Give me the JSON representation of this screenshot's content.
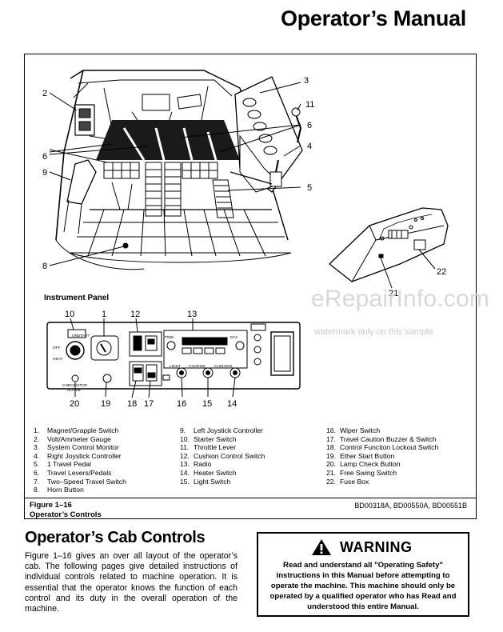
{
  "header": {
    "title": "Operator’s Manual"
  },
  "figure": {
    "panel_title": "Instrument Panel",
    "callouts_cab": [
      "2",
      "3",
      "11",
      "6",
      "6",
      "4",
      "9",
      "5",
      "8",
      "22",
      "21"
    ],
    "callouts_panel": [
      "10",
      "1",
      "12",
      "13",
      "20",
      "19",
      "18",
      "17",
      "16",
      "15",
      "14"
    ],
    "panel_small_text": [
      "ON",
      "START",
      "OFF",
      "HEAT",
      "CHECK/STOP",
      "ALARM",
      "TIME",
      "DAY",
      "LIGHT",
      "CHARGE",
      "CUSHION"
    ],
    "legend": [
      [
        {
          "num": "1.",
          "text": "Magnet/Grapple Switch"
        },
        {
          "num": "2.",
          "text": "Volt/Ammeter Gauge"
        },
        {
          "num": "3.",
          "text": "System Control Monitor"
        },
        {
          "num": "4.",
          "text": "Right Joystick Controller"
        },
        {
          "num": "5.",
          "text": "1 Travel Pedal"
        },
        {
          "num": "6.",
          "text": "Travel Levers/Pedals"
        },
        {
          "num": "7.",
          "text": "Two–Speed Travel Switch"
        },
        {
          "num": "8.",
          "text": "Horn Button"
        }
      ],
      [
        {
          "num": "9.",
          "text": "Left Joystick Controller"
        },
        {
          "num": "10.",
          "text": "Starter Switch"
        },
        {
          "num": "11.",
          "text": "Throttle Lever"
        },
        {
          "num": "12.",
          "text": "Cushion Control Switch"
        },
        {
          "num": "13.",
          "text": "Radio"
        },
        {
          "num": "14.",
          "text": "Heater Switch"
        },
        {
          "num": "15.",
          "text": "Light Switch"
        }
      ],
      [
        {
          "num": "16.",
          "text": "Wiper Switch"
        },
        {
          "num": "17.",
          "text": "Travel Caution Buzzer & Switch"
        },
        {
          "num": "18.",
          "text": "Control Function Lockout Switch"
        },
        {
          "num": "19.",
          "text": "Ether Start Button"
        },
        {
          "num": "20.",
          "text": "Lamp Check Button"
        },
        {
          "num": "21.",
          "text": "Free Swing Switch"
        },
        {
          "num": "22.",
          "text": "Fuse Box"
        }
      ]
    ],
    "caption_line1": "Figure 1–16",
    "caption_line2": "Operator’s Controls",
    "refs": "BD00318A, BD00550A, BD00551B"
  },
  "watermark": {
    "main": "eRepairInfo.com",
    "sub": "watermark only on this sample"
  },
  "section": {
    "title": "Operator’s Cab Controls",
    "body": "Figure 1–16 gives an over all layout of the operator’s cab. The following pages give detailed instructions of individual controls related to machine operation. It is essential that the operator knows the function of each control and its duty in the overall operation of the machine."
  },
  "warning": {
    "label": "WARNING",
    "icon": "warning-triangle-icon",
    "text": "Read and understand all \"Operating Safety\" instructions in this Manual before attempting to operate the machine. This machine should only be operated by a qualified operator who has Read and understood this entire Manual."
  }
}
